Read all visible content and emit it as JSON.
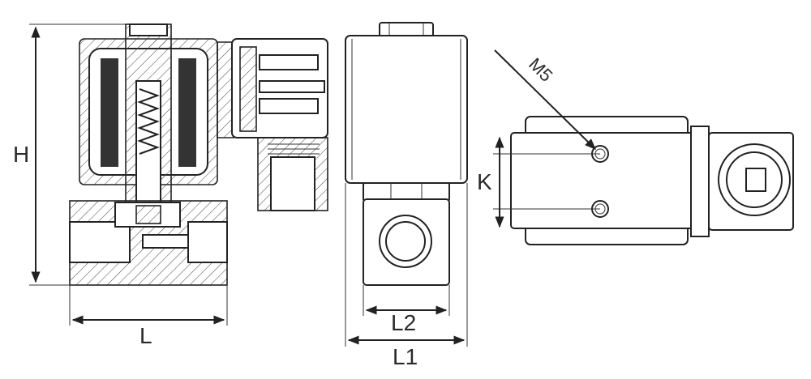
{
  "labels": {
    "height": "H",
    "length": "L",
    "width_body": "L2",
    "width_coil": "L1",
    "hole_pitch": "K",
    "thread": "M5"
  },
  "colors": {
    "line": "#222222",
    "background": "#ffffff"
  }
}
